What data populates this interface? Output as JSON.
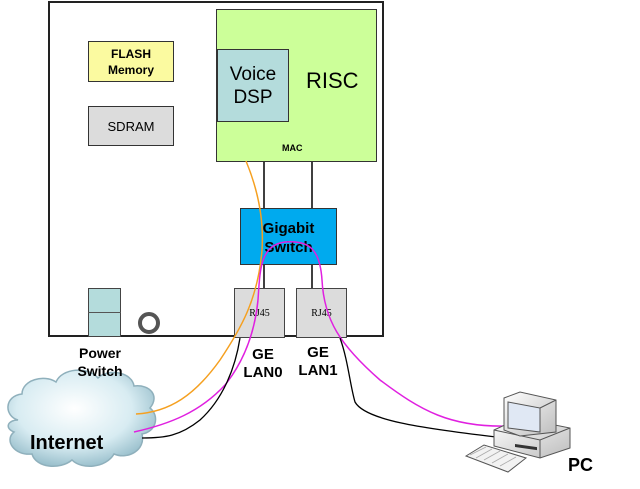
{
  "diagram": {
    "board": {
      "flash_memory": "FLASH\nMemory",
      "flash_line1": "FLASH",
      "flash_line2": "Memory",
      "sdram": "SDRAM",
      "risc": "RISC",
      "voice_dsp_line1": "Voice",
      "voice_dsp_line2": "DSP",
      "mac": "MAC",
      "gigabit_switch_line1": "Gigabit",
      "gigabit_switch_line2": "Switch",
      "rj45_port_0": "RJ45",
      "rj45_port_1": "RJ45"
    },
    "labels": {
      "power_line1": "Power",
      "power_line2": "Switch",
      "lan0_line1": "GE",
      "lan0_line2": "LAN0",
      "lan1_line1": "GE",
      "lan1_line2": "LAN1",
      "internet": "Internet",
      "pc": "PC"
    },
    "colors": {
      "flash": "#fbfaa0",
      "sdram": "#dcdcdc",
      "risc": "#ccff99",
      "voice_dsp": "#b4dcdc",
      "gigabit_switch": "#00aaee",
      "wire_orange": "#f5a020",
      "wire_magenta": "#e020e0",
      "wire_black": "#000000"
    },
    "connections": [
      {
        "from": "MAC",
        "to": "Internet",
        "color": "orange"
      },
      {
        "from": "Gigabit Switch",
        "to": "Internet",
        "color": "magenta",
        "via": "GE LAN0"
      },
      {
        "from": "Gigabit Switch",
        "to": "PC",
        "color": "magenta",
        "via": "GE LAN1"
      },
      {
        "from": "GE LAN0",
        "to": "Internet",
        "color": "black"
      },
      {
        "from": "GE LAN1",
        "to": "PC",
        "color": "black"
      },
      {
        "from": "MAC",
        "to": "Gigabit Switch",
        "color": "black"
      }
    ]
  }
}
